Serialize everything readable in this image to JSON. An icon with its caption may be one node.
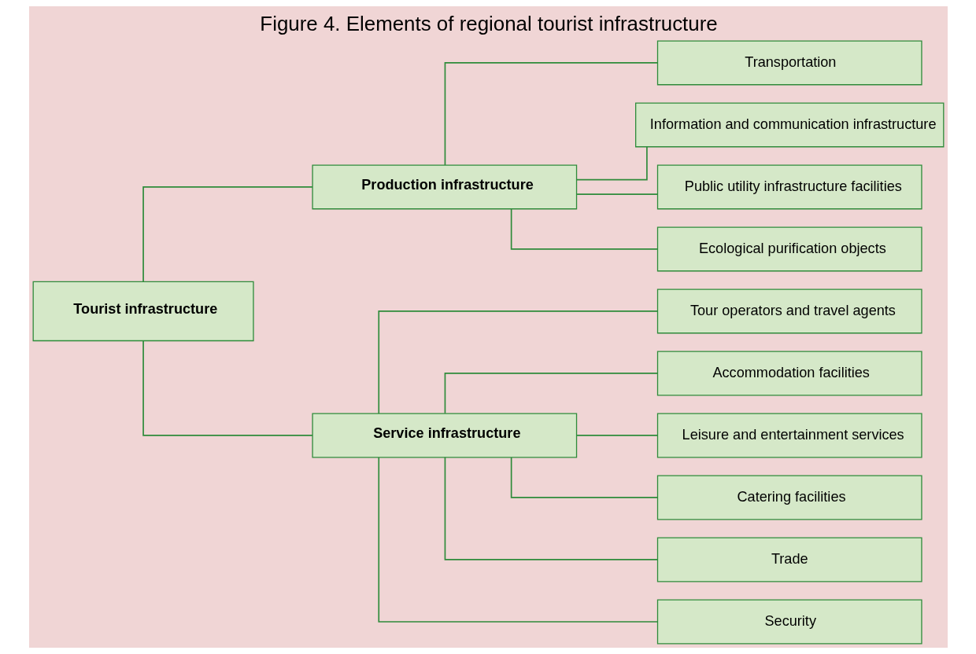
{
  "diagram": {
    "title": "Figure 4. Elements of regional tourist infrastructure",
    "nodes": [
      {
        "text": [
          "Tourist infrastructure"
        ]
      },
      {
        "text": [
          "Production infrastructure"
        ]
      },
      {
        "text": [
          "Service infrastructure"
        ]
      },
      {
        "text": [
          "Transportation"
        ]
      },
      {
        "text": [
          "Information and communication infrastructure"
        ]
      },
      {
        "text": [
          "Public utility infrastructure facilities"
        ]
      },
      {
        "text": [
          "Ecological purification objects"
        ]
      },
      {
        "text": [
          "Tour operators and travel agents"
        ]
      },
      {
        "text": [
          "Accommodation facilities"
        ]
      },
      {
        "text": [
          "Leisure and entertainment services"
        ]
      },
      {
        "text": [
          "Catering facilities"
        ]
      },
      {
        "text": [
          "Trade"
        ]
      },
      {
        "text": [
          "Security"
        ]
      }
    ],
    "edges": [
      {
        "from": 0,
        "to": 1,
        "arrow": "none"
      },
      {
        "from": 0,
        "to": 2,
        "arrow": "none"
      },
      {
        "from": 1,
        "to": 3,
        "arrow": "none"
      },
      {
        "from": 1,
        "to": 4,
        "arrow": "none"
      },
      {
        "from": 1,
        "to": 5,
        "arrow": "none"
      },
      {
        "from": 1,
        "to": 6,
        "arrow": "none"
      },
      {
        "from": 2,
        "to": 7,
        "arrow": "none"
      },
      {
        "from": 2,
        "to": 8,
        "arrow": "none"
      },
      {
        "from": 2,
        "to": 9,
        "arrow": "none"
      },
      {
        "from": 2,
        "to": 10,
        "arrow": "none"
      },
      {
        "from": 2,
        "to": 11,
        "arrow": "none"
      },
      {
        "from": 2,
        "to": 12,
        "arrow": "none"
      }
    ]
  }
}
